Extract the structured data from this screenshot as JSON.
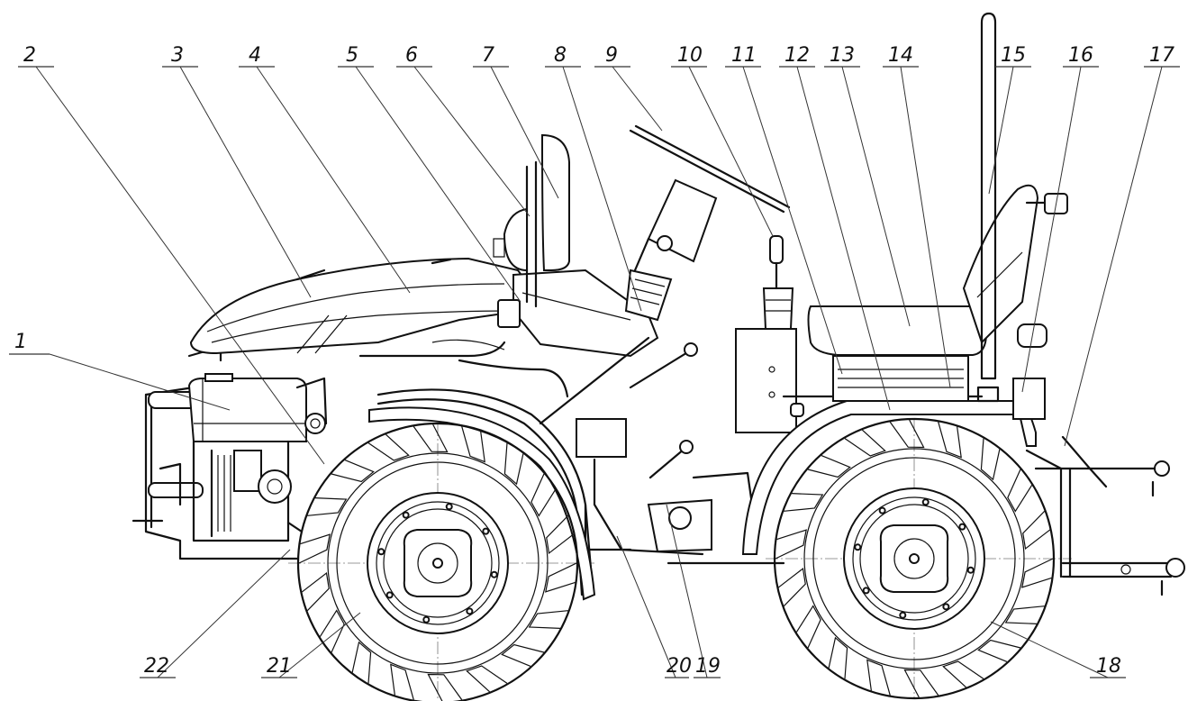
{
  "callouts": [
    "1",
    "2",
    "3",
    "4",
    "5",
    "6",
    "7",
    "8",
    "9",
    "10",
    "11",
    "12",
    "13",
    "14",
    "15",
    "16",
    "17",
    "18",
    "19",
    "20",
    "21",
    "22"
  ],
  "colors": {
    "ink": "#111111",
    "leader": "#333333",
    "background": "#ffffff"
  }
}
